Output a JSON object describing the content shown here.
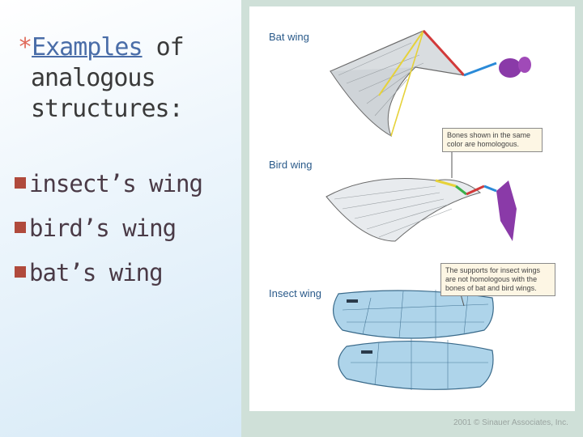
{
  "slide": {
    "title": {
      "asterisk": "*",
      "link_word": "Examples",
      "rest_line1": " of",
      "line2": "analogous",
      "line3": "structures:"
    },
    "bullets": [
      "insect’s wing",
      "bird’s wing",
      "bat’s wing"
    ]
  },
  "figure": {
    "labels": {
      "bat": "Bat wing",
      "bird": "Bird wing",
      "insect": "Insect wing"
    },
    "callouts": {
      "homologous": [
        "Bones shown in the same",
        "color are homologous."
      ],
      "insect": [
        "The supports for insect wings",
        "are not homologous with the",
        "bones of bat and bird wings."
      ]
    },
    "credit": "2001 © Sinauer Associates, Inc."
  },
  "colors": {
    "accent_red": "#b04a3c",
    "link_blue": "#4a6da8",
    "bone_red": "#d23a3a",
    "bone_blue": "#2a8ad8",
    "bone_purple": "#8a3aa8",
    "bone_yellow": "#e6d23a",
    "bone_green": "#3ab04a"
  }
}
